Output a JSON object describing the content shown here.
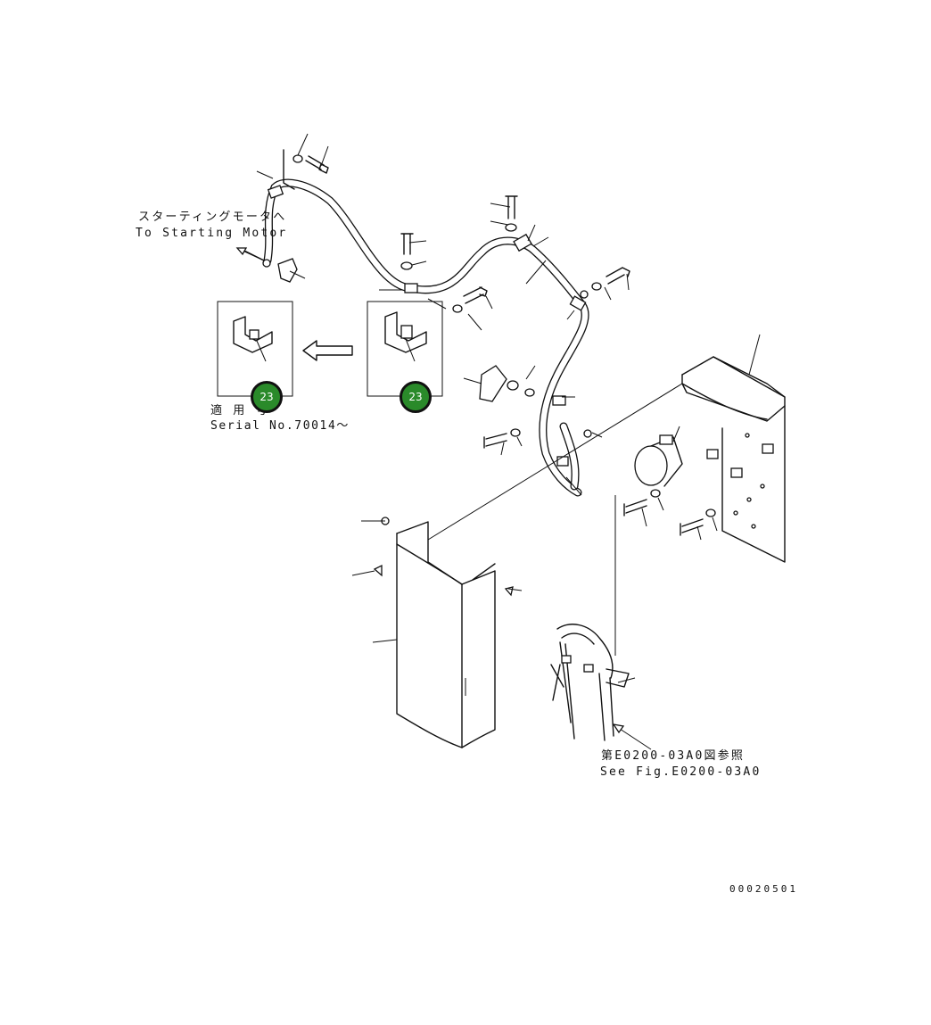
{
  "labels": {
    "starting_motor_jp": "スターティングモータへ",
    "starting_motor_en": "To Starting Motor",
    "serial_jp": "適 用 号",
    "serial_en": "Serial No.70014～",
    "see_fig_jp": "第E0200-03A0図参照",
    "see_fig_en": "See Fig.E0200-03A0",
    "drawing_number": "00020501"
  },
  "callouts": [
    {
      "id": "callout-left",
      "value": "23"
    },
    {
      "id": "callout-right",
      "value": "23"
    }
  ],
  "colors": {
    "callout_fill": "#2a8a2a",
    "line": "#111111"
  }
}
